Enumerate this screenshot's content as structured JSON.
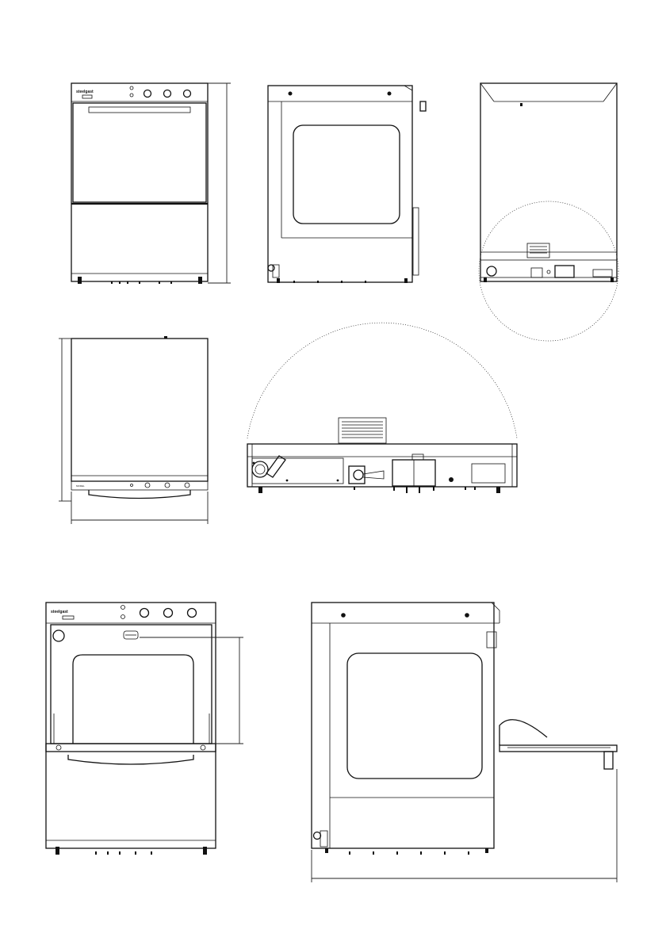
{
  "brand": {
    "logo_text": "steelgast"
  },
  "panel": {
    "small_label": "MODEL"
  },
  "views": [
    {
      "id": "front-closed"
    },
    {
      "id": "side"
    },
    {
      "id": "rear"
    },
    {
      "id": "top"
    },
    {
      "id": "rear-detail"
    },
    {
      "id": "front-open"
    },
    {
      "id": "side-open"
    }
  ]
}
